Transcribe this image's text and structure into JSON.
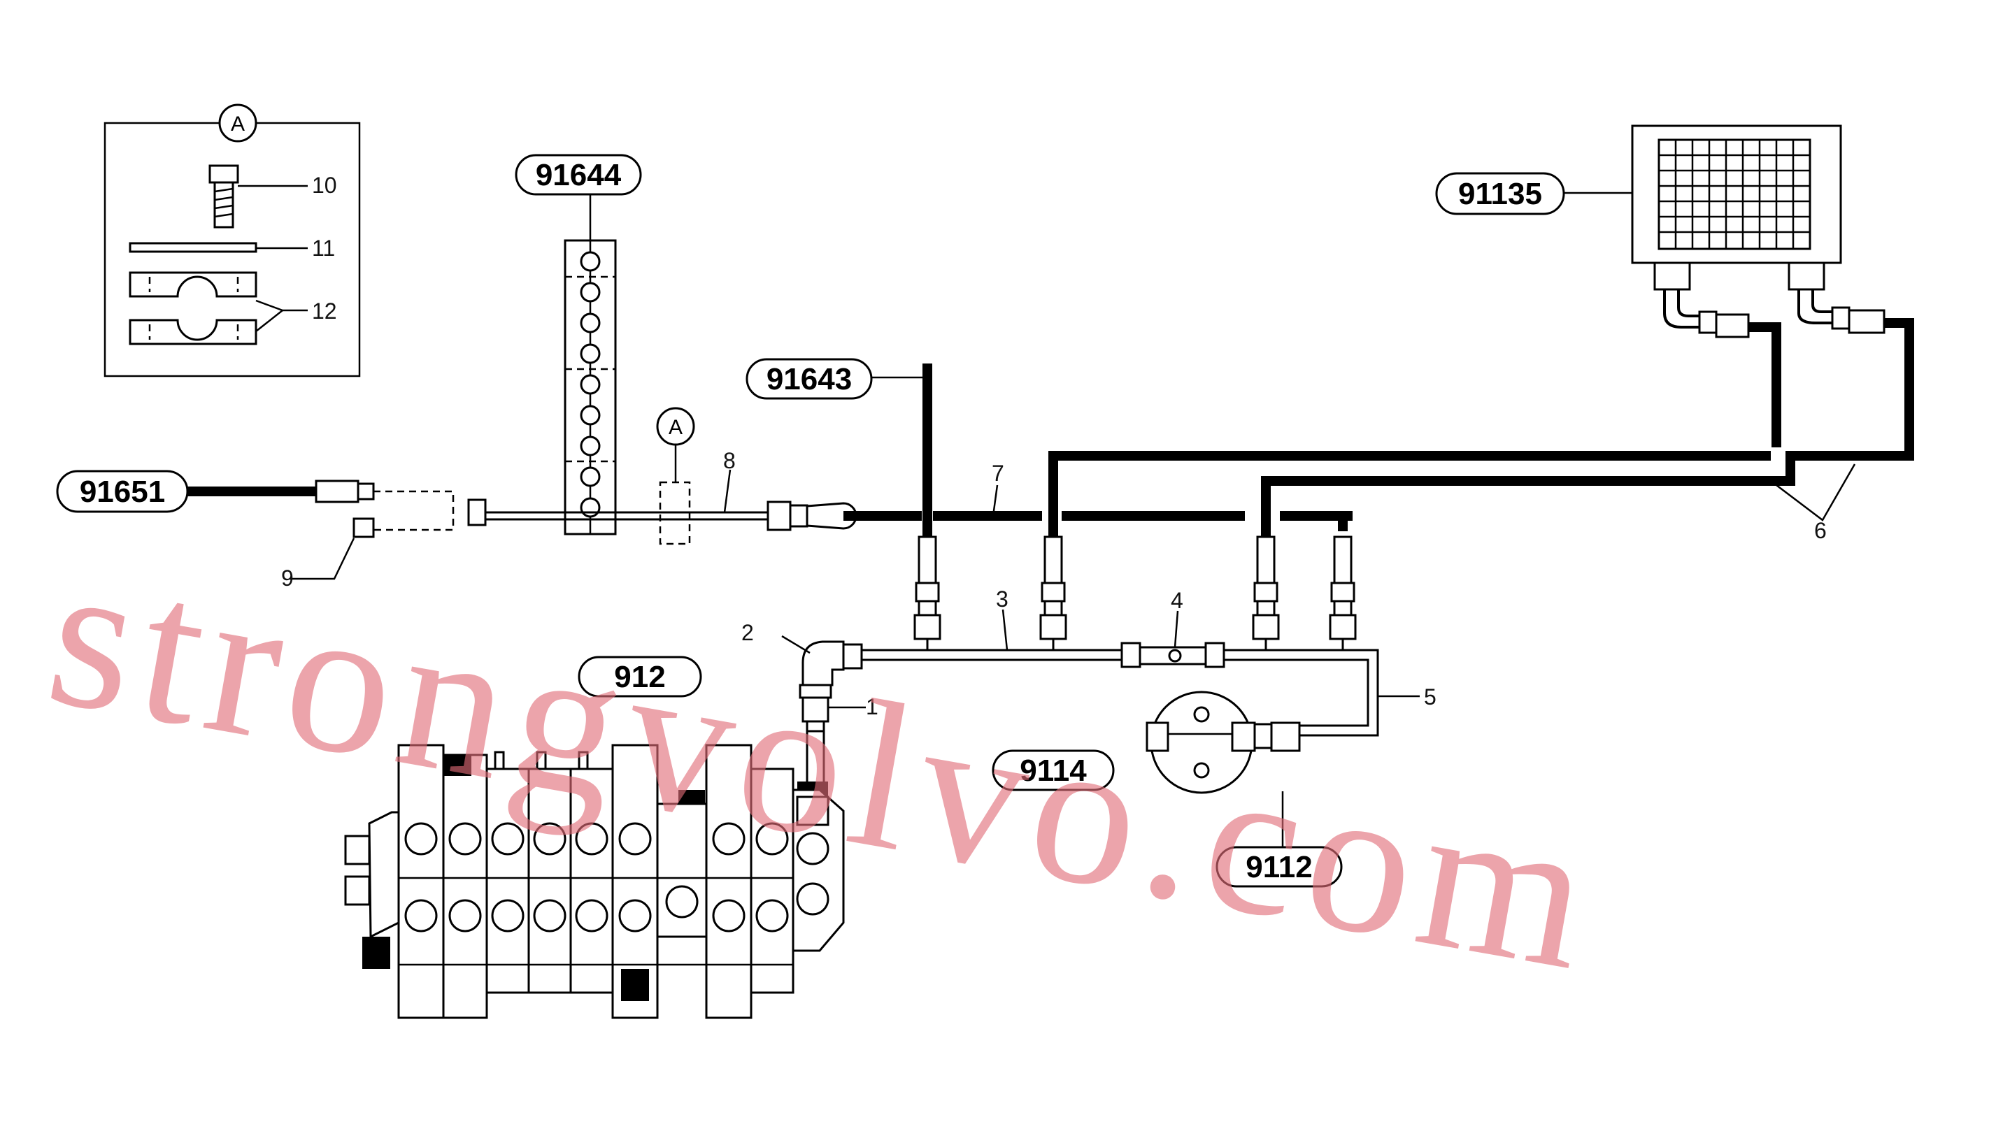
{
  "ref_labels": {
    "r91651": "91651",
    "r91644": "91644",
    "r91643": "91643",
    "r91135": "91135",
    "r912": "912",
    "r9114": "9114",
    "r9112": "9112"
  },
  "item_numbers": {
    "n1": "1",
    "n2": "2",
    "n3": "3",
    "n4": "4",
    "n5": "5",
    "n6": "6",
    "n7": "7",
    "n8": "8",
    "n9": "9",
    "n10": "10",
    "n11": "11",
    "n12": "12"
  },
  "detail": {
    "marker": "A",
    "callout": "A"
  },
  "watermark": "strongvolvo.com",
  "colors": {
    "line": "#000000",
    "watermark": "#e26d78"
  }
}
